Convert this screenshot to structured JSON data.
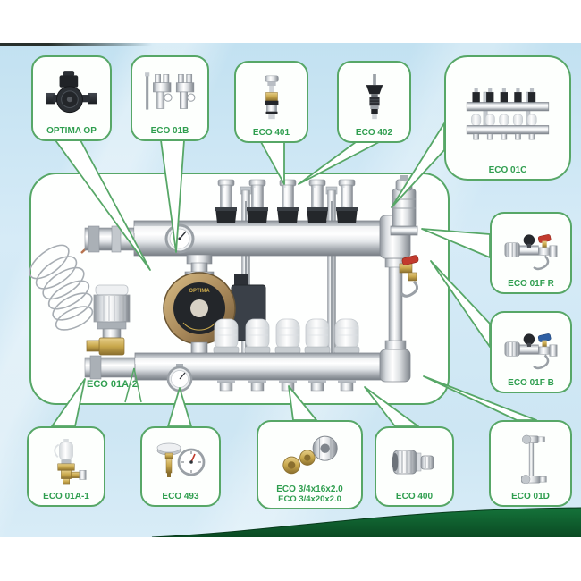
{
  "callouts": [
    {
      "id": "optima-op",
      "label": "OPTIMA OP",
      "product": "circulation-pump"
    },
    {
      "id": "eco-01b",
      "label": "ECO 01B",
      "product": "connection-valve-pair"
    },
    {
      "id": "eco-401",
      "label": "ECO 401",
      "product": "flow-meter-insert"
    },
    {
      "id": "eco-402",
      "label": "ECO 402",
      "product": "valve-insert"
    },
    {
      "id": "eco-01c",
      "label": "ECO 01C",
      "product": "manifold-with-flow-meters"
    },
    {
      "id": "eco-01f-r",
      "label": "ECO 01F R",
      "product": "fill-drain-valve-red"
    },
    {
      "id": "eco-01f-b",
      "label": "ECO 01F B",
      "product": "fill-drain-valve-blue"
    },
    {
      "id": "eco-01a-1",
      "label": "ECO 01A-1",
      "product": "air-vent-valve"
    },
    {
      "id": "eco-493",
      "label": "ECO 493",
      "product": "thermometer"
    },
    {
      "id": "eco-34-fitting",
      "label": "ECO 3/4x16x2.0",
      "label2": "ECO 3/4x20x2.0",
      "product": "compression-fitting"
    },
    {
      "id": "eco-400",
      "label": "ECO 400",
      "product": "brass-coupling"
    },
    {
      "id": "eco-01d",
      "label": "ECO 01D",
      "product": "end-piece-set"
    }
  ],
  "diagram": {
    "center_label": "ECO 01A-2",
    "subject": "underfloor-heating-manifold-assembly"
  },
  "colors": {
    "accent_green": "#57a767",
    "label_green": "#2f9e4f",
    "background_blue": "#cfe7f4",
    "swoosh_green": "#0f6130"
  }
}
